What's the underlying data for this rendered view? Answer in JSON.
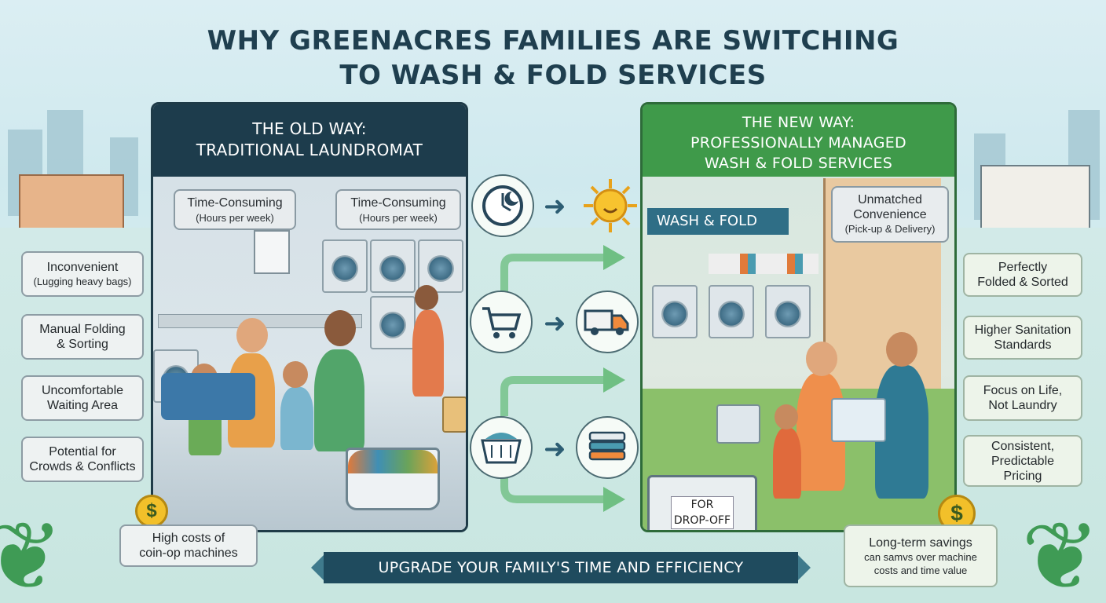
{
  "title_line1": "WHY GREENACRES FAMILIES ARE SWITCHING",
  "title_line2": "TO WASH & FOLD SERVICES",
  "old_way": {
    "heading1": "THE OLD WAY:",
    "heading2": "TRADITIONAL LAUNDROMAT",
    "bubble1_main": "Time-Consuming",
    "bubble1_sub": "(Hours per week)",
    "bubble2_main": "Time-Consuming",
    "bubble2_sub": "(Hours per week)"
  },
  "new_way": {
    "heading1": "THE NEW WAY:",
    "heading2": "PROFESSIONALLY MANAGED",
    "heading3": "WASH & FOLD SERVICES",
    "sign": "WASH & FOLD",
    "bubble_main1": "Unmatched",
    "bubble_main2": "Convenience",
    "bubble_sub": "(Pick-up & Delivery)",
    "bin_label1": "FOR",
    "bin_label2": "DROP-OFF"
  },
  "left_tags": [
    {
      "main": "Inconvenient",
      "sub": "(Lugging heavy bags)"
    },
    {
      "main": "Manual Folding",
      "main2": "& Sorting"
    },
    {
      "main": "Uncomfortable",
      "main2": "Waiting Area"
    },
    {
      "main": "Potential for",
      "main2": "Crowds & Conflicts"
    },
    {
      "main": "High costs of",
      "main2": "coin-op machines"
    }
  ],
  "right_tags": [
    {
      "main": "Perfectly",
      "main2": "Folded & Sorted"
    },
    {
      "main": "Higher Sanitation",
      "main2": "Standards"
    },
    {
      "main": "Focus on Life,",
      "main2": "Not Laundry"
    },
    {
      "main": "Consistent,",
      "main2": "Predictable",
      "main3": "Pricing"
    },
    {
      "main": "Long-term savings",
      "sub1": "can samvs over machine",
      "sub2": "costs and time value"
    }
  ],
  "coin_symbol": "$",
  "banner": "UPGRADE YOUR FAMILY'S TIME AND EFFICIENCY",
  "colors": {
    "old_header": "#1d3c4c",
    "new_header": "#3f9a4a",
    "banner": "#1f4b5e",
    "title": "#1f3f4f"
  },
  "icons": [
    "clock-moon-icon",
    "sun-icon",
    "shopping-cart-icon",
    "delivery-truck-icon",
    "laundry-basket-icon",
    "folded-clothes-icon"
  ]
}
